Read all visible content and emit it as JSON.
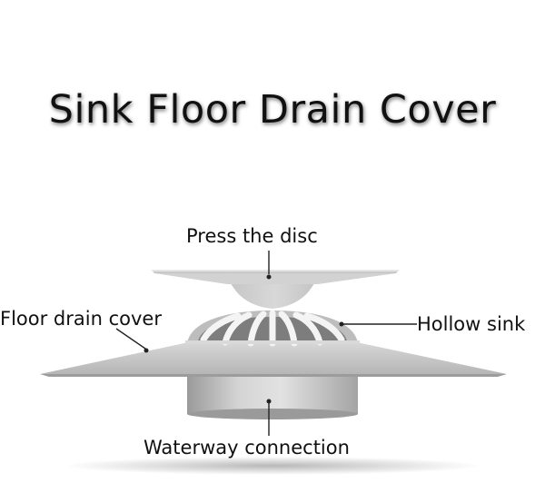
{
  "title": "Sink Floor Drain Cover",
  "labels": {
    "press": "Press the disc",
    "floor": "Floor drain cover",
    "hollow": "Hollow sink",
    "waterway": "Waterway connection"
  },
  "colors": {
    "text": "#111111",
    "metal_light": "#e8e8e8",
    "metal_mid": "#c4c4c4",
    "metal_dark": "#8f8f8f",
    "leader": "#222222"
  }
}
